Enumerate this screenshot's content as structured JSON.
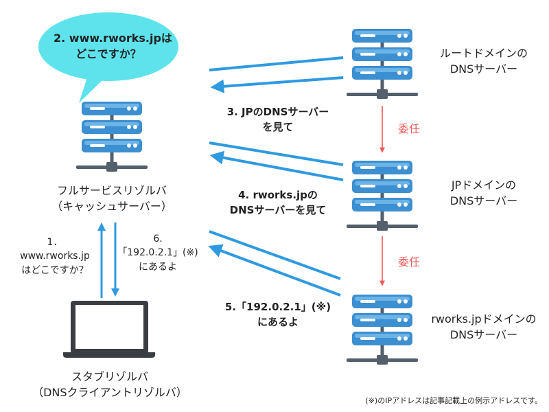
{
  "bubble": {
    "line1": "2. www.rworks.jpは",
    "line2": "どこですか？"
  },
  "full_resolver": {
    "line1": "フルサービスリゾルバ",
    "line2": "（キャッシュサーバー）"
  },
  "stub_resolver": {
    "line1": "スタブリゾルバ",
    "line2": "（DNSクライアントリゾルバ）"
  },
  "root_server": {
    "line1": "ルートドメインの",
    "line2": "DNSサーバー"
  },
  "jp_server": {
    "line1": "JPドメインの",
    "line2": "DNSサーバー"
  },
  "rworks_server": {
    "line1": "rworks.jpドメインの",
    "line2": "DNSサーバー"
  },
  "steps": {
    "step1": {
      "line1": "1．",
      "line2": "www.rworks.jp",
      "line3": "はどこですか？"
    },
    "step3": {
      "line1": "3. JPのDNSサーバー",
      "line2": "を見て"
    },
    "step4": {
      "line1": "4. rworks.jpの",
      "line2": "DNSサーバーを見て"
    },
    "step5": {
      "line1": "5.「192.0.2.1」(※)",
      "line2": "にあるよ"
    },
    "step6": {
      "line1": "6.",
      "line2": "「192.0.2.1」(※)",
      "line3": "にあるよ"
    }
  },
  "delegate_labels": [
    "委任",
    "委任"
  ],
  "footnote": "(※)のIPアドレスは記事記載上の例示アドレスです。",
  "colors": {
    "server_blue": "#3c8fd0",
    "server_light": "#70b6e8",
    "server_dark": "#2e6fa8",
    "server_rack": "#545f6c",
    "arrow_blue": "#2f9ae0",
    "delegate_red": "#f05a5a",
    "bubble_fill": "#5ee3ec"
  },
  "icons": [
    "server-icon",
    "laptop-icon",
    "speech-bubble"
  ]
}
